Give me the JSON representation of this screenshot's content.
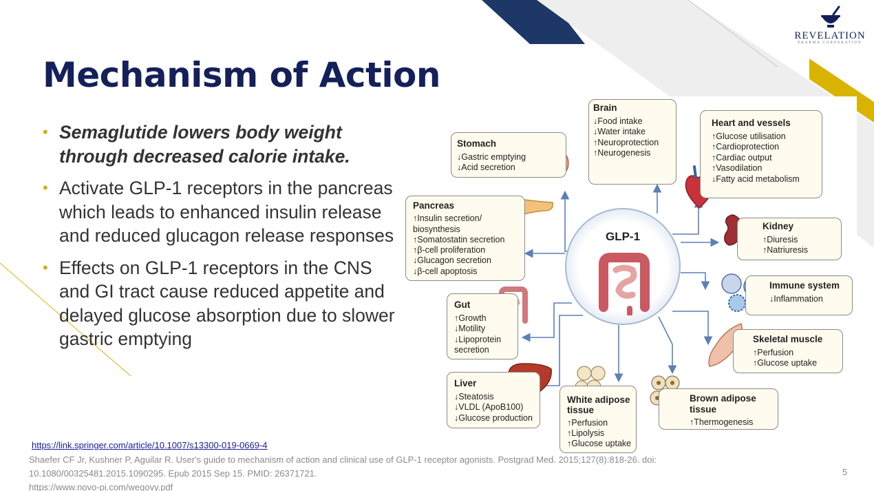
{
  "slide": {
    "title": "Mechanism of Action",
    "logo": {
      "name": "REVELATION",
      "sub": "PHARMA CORPORATION"
    },
    "bullets": [
      {
        "text": "Semaglutide lowers body weight through decreased calorie intake.",
        "emphasis": true
      },
      {
        "text": "Activate GLP-1 receptors in the pancreas  which leads to enhanced insulin release and reduced glucagon release responses",
        "emphasis": false
      },
      {
        "text": "Effects on GLP-1 receptors in the CNS and GI tract cause reduced appetite and delayed glucose absorption due to slower gastric emptying",
        "emphasis": false
      }
    ],
    "link": "https://link.springer.com/article/10.1007/s13300-019-0669-4",
    "references": [
      "Shaefer CF Jr, Kushner P, Aguilar R. User's guide to mechanism of action and clinical use of GLP-1 receptor agonists. Postgrad Med. 2015;127(8):818-26. doi:",
      "10.1080/00325481.2015.1090295. Epub 2015 Sep 15. PMID: 26371721.",
      "https://www.novo-pi.com/wegovy.pdf"
    ],
    "page_number": "5"
  },
  "diagram": {
    "center": "GLP-1",
    "boxes": {
      "stomach": {
        "title": "Stomach",
        "lines": [
          "↓Gastric emptying",
          "↓Acid secretion"
        ]
      },
      "brain": {
        "title": "Brain",
        "lines": [
          "↓Food intake",
          "↓Water intake",
          "↑Neuroprotection",
          "↑Neurogenesis"
        ]
      },
      "heart": {
        "title": "Heart and vessels",
        "lines": [
          "↑Glucose utilisation",
          "↑Cardioprotection",
          "↑Cardiac output",
          "↑Vasodilation",
          "↓Fatty acid metabolism"
        ]
      },
      "pancreas": {
        "title": "Pancreas",
        "lines": [
          "↑Insulin secretion/",
          " biosynthesis",
          "↑Somatostatin secretion",
          "↑β-cell proliferation",
          "↓Glucagon secretion",
          "↓β-cell apoptosis"
        ]
      },
      "kidney": {
        "title": "Kidney",
        "lines": [
          "↑Diuresis",
          "↑Natriuresis"
        ]
      },
      "immune": {
        "title": "Immune system",
        "lines": [
          "↓Inflammation"
        ]
      },
      "gut": {
        "title": "Gut",
        "lines": [
          "↑Growth",
          "↓Motility",
          "↓Lipoprotein",
          "  secretion"
        ]
      },
      "skeletal": {
        "title": "Skeletal muscle",
        "lines": [
          "↑Perfusion",
          "↑Glucose uptake"
        ]
      },
      "liver": {
        "title": "Liver",
        "lines": [
          "↓Steatosis",
          "↓VLDL (ApoB100)",
          "↓Glucose production"
        ]
      },
      "white_adipose": {
        "title": "White adipose tissue",
        "lines": [
          "↑Perfusion",
          "↑Lipolysis",
          "↑Glucose uptake"
        ]
      },
      "brown_adipose": {
        "title": "Brown adipose tissue",
        "lines": [
          "↑Thermogenesis"
        ]
      }
    }
  }
}
